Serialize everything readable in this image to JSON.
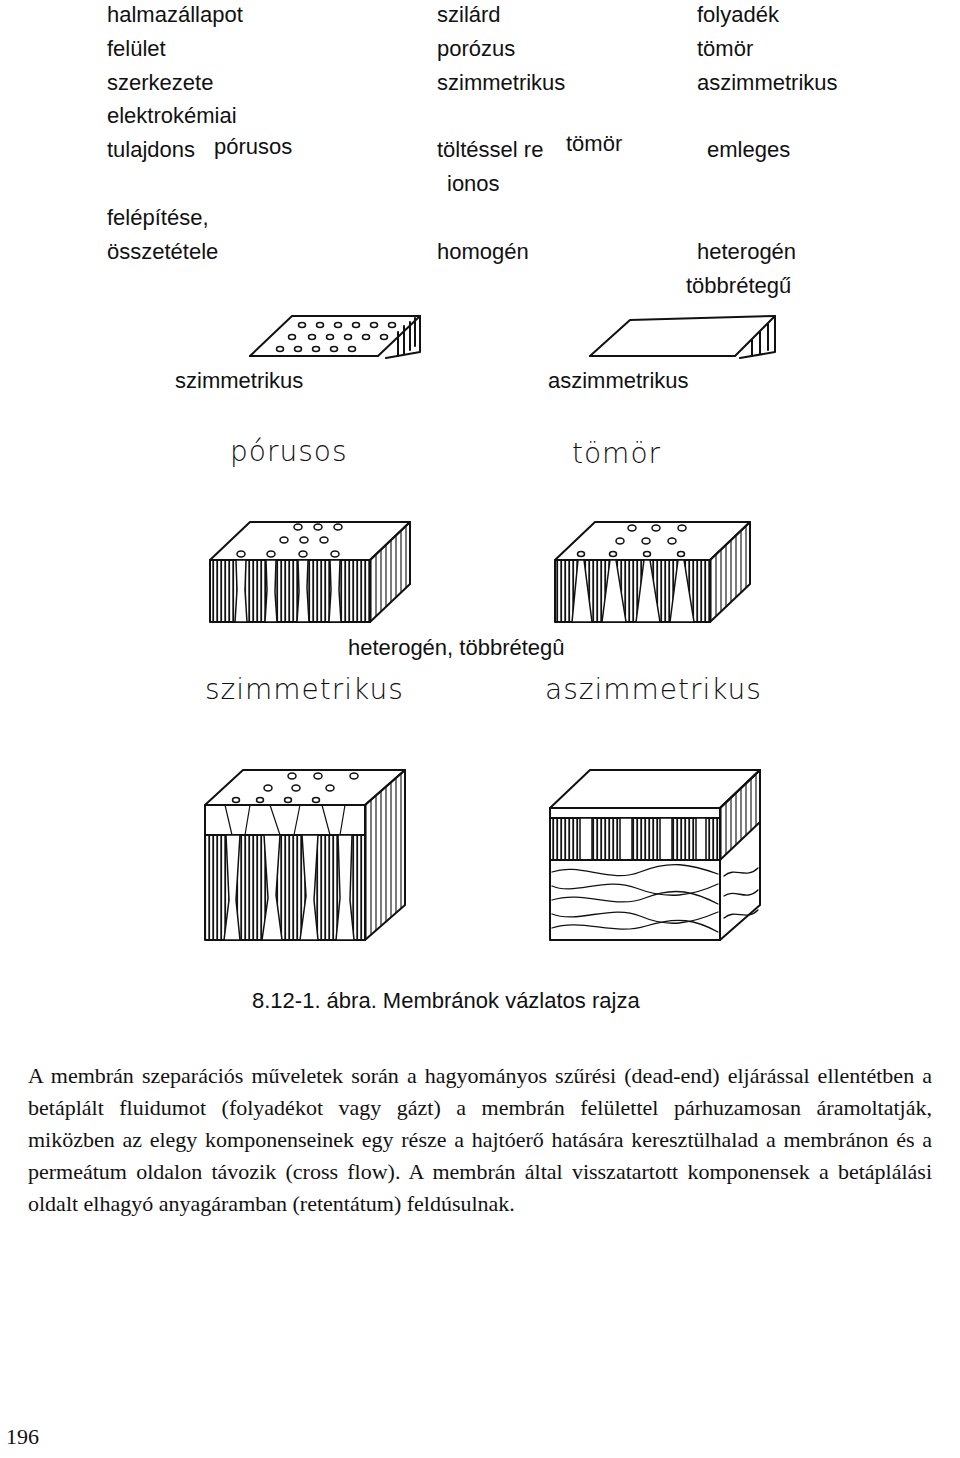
{
  "diagram": {
    "caption": "8.12-1. ábra. Membránok vázlatos rajza",
    "labels": [
      "halmazállapot",
      "szilárd",
      "folyadék",
      "felület",
      "porózus",
      "tömör",
      "szerkezete",
      "szimmetrikus",
      "aszimmetrikus",
      "elektrokémiai",
      "tulajdons",
      "pórusos",
      "töltéssel re",
      "tömör",
      "emleges",
      "ionos",
      "felépítése,",
      "összetétele",
      "homogén",
      "heterogén",
      "többrétegű",
      "szimmetrikus",
      "aszimmetrikus",
      "pórusos",
      "tömör",
      "heterogén, többrétegû",
      "szimmetrikus",
      "aszimmetrikus",
      "A membrán szeparációs műveletek során a hagyományos szűrési (dead-end) eljárással ellentétben a betáplált fluidumot (folyadékot vagy gázt) a membrán felülettel párhuzamosan áramoltatják, miközben az elegy komponenseinek egy része a hajtóerő hatására keresztülhalad a membránon és a permeátum oldalon távozik (cross flow). A membrán által visszatartott komponensek a betáplálási oldalt elhagyó anyagáramban (retentátum) feldúsulnak.",
      "196"
    ]
  }
}
